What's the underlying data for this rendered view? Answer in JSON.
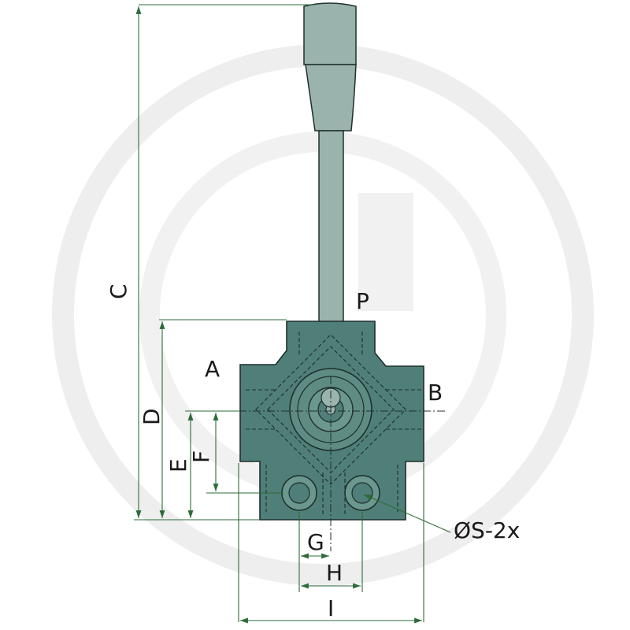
{
  "diagram": {
    "labels": {
      "C": "C",
      "P": "P",
      "A": "A",
      "B": "B",
      "D": "D",
      "E": "E",
      "F": "F",
      "G": "G",
      "H": "H",
      "I": "I",
      "S": "ØS-2x"
    },
    "colors": {
      "body": "#4f7f78",
      "handle": "#9bb3ad",
      "dimension_lines": "#2e6b3a",
      "outline": "#1e2f2c",
      "watermark": "#eeeeee"
    }
  }
}
